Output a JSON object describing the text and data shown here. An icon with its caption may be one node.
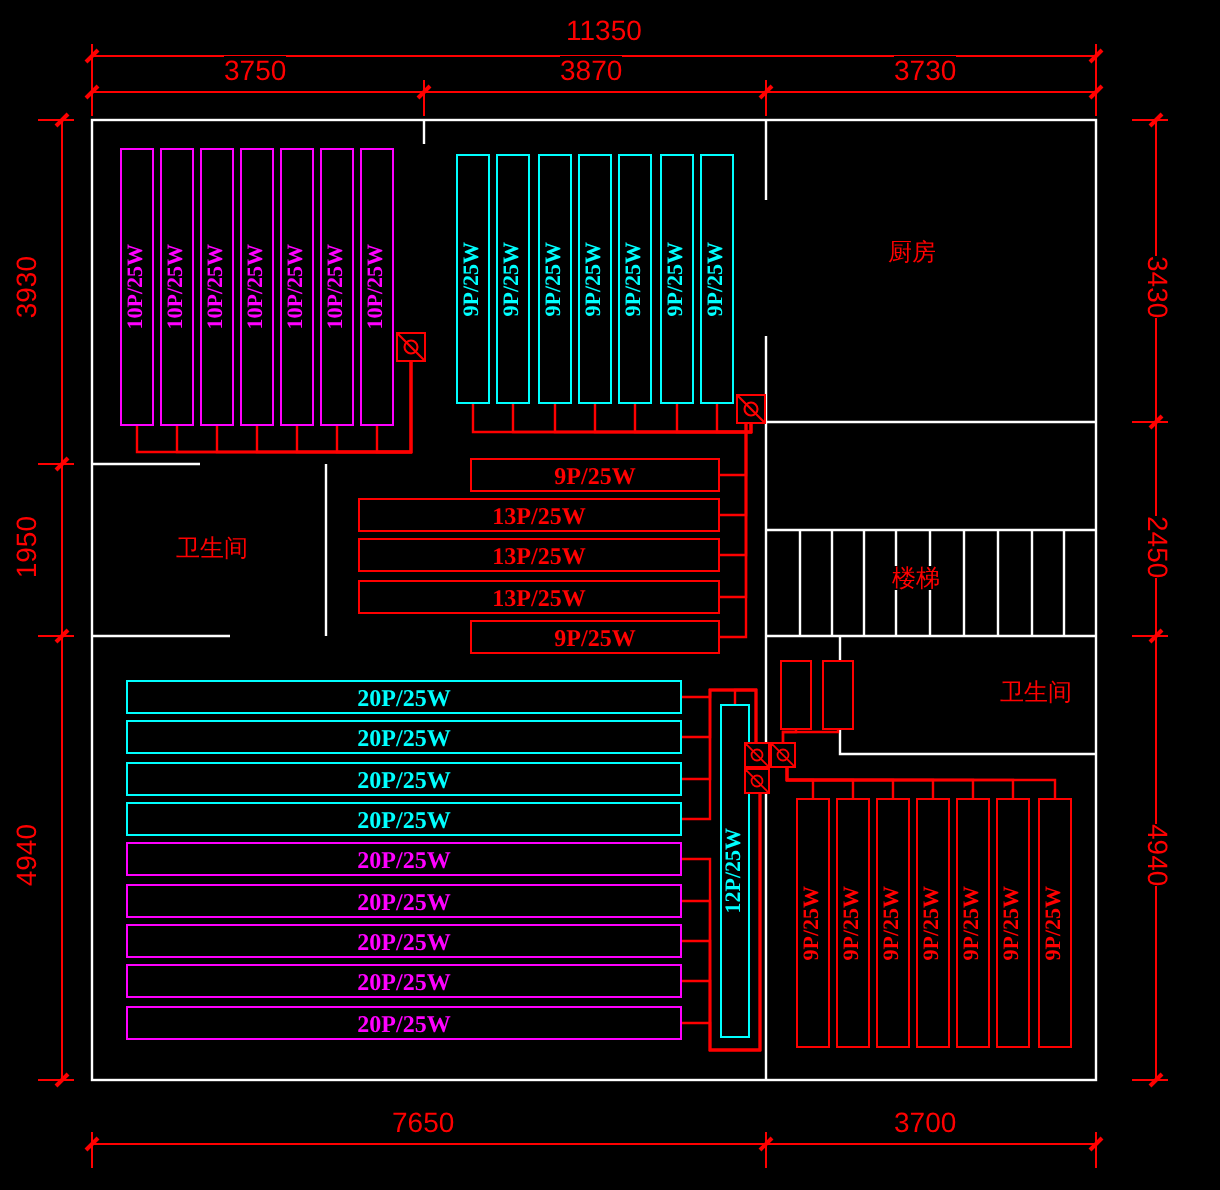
{
  "diagram": {
    "nodes": [
      {
        "text": [
          "10P/25W"
        ]
      },
      {
        "text": [
          "10P/25W"
        ]
      },
      {
        "text": [
          "10P/25W"
        ]
      },
      {
        "text": [
          "10P/25W"
        ]
      },
      {
        "text": [
          "10P/25W"
        ]
      },
      {
        "text": [
          "10P/25W"
        ]
      },
      {
        "text": [
          "10P/25W"
        ]
      },
      {
        "text": [],
        "shape": "box"
      },
      {
        "text": [
          "9P/25W"
        ]
      },
      {
        "text": [
          "9P/25W"
        ]
      },
      {
        "text": [
          "9P/25W"
        ]
      },
      {
        "text": [
          "9P/25W"
        ]
      },
      {
        "text": [
          "9P/25W"
        ]
      },
      {
        "text": [
          "9P/25W"
        ]
      },
      {
        "text": [
          "9P/25W"
        ]
      },
      {
        "text": [],
        "shape": "box"
      },
      {
        "text": [
          "9P/25W"
        ]
      },
      {
        "text": [
          "13P/25W"
        ]
      },
      {
        "text": [
          "13P/25W"
        ]
      },
      {
        "text": [
          "13P/25W"
        ]
      },
      {
        "text": [
          "9P/25W"
        ]
      },
      {
        "text": [
          "20P/25W"
        ]
      },
      {
        "text": [
          "20P/25W"
        ]
      },
      {
        "text": [
          "20P/25W"
        ]
      },
      {
        "text": [
          "20P/25W"
        ]
      },
      {
        "text": [
          "20P/25W"
        ]
      },
      {
        "text": [
          "20P/25W"
        ]
      },
      {
        "text": [
          "20P/25W"
        ]
      },
      {
        "text": [
          "20P/25W"
        ]
      },
      {
        "text": [
          "20P/25W"
        ]
      },
      {
        "text": [
          "12P/25W"
        ]
      },
      {
        "text": [],
        "shape": "box"
      },
      {
        "text": [],
        "shape": "box"
      },
      {
        "text": [],
        "shape": "box"
      },
      {
        "text": [],
        "shape": "box"
      },
      {
        "text": [],
        "shape": "box"
      },
      {
        "text": [
          "9P/25W"
        ]
      },
      {
        "text": [
          "9P/25W"
        ]
      },
      {
        "text": [
          "9P/25W"
        ]
      },
      {
        "text": [
          "9P/25W"
        ]
      },
      {
        "text": [
          "9P/25W"
        ]
      },
      {
        "text": [
          "9P/25W"
        ]
      },
      {
        "text": [
          "9P/25W"
        ]
      }
    ],
    "edges": [
      {
        "from": 0,
        "to": 7,
        "arrow": "none"
      },
      {
        "from": 1,
        "to": 7,
        "arrow": "none"
      },
      {
        "from": 2,
        "to": 7,
        "arrow": "none"
      },
      {
        "from": 3,
        "to": 7,
        "arrow": "none"
      },
      {
        "from": 4,
        "to": 7,
        "arrow": "none"
      },
      {
        "from": 5,
        "to": 7,
        "arrow": "none"
      },
      {
        "from": 6,
        "to": 7,
        "arrow": "none"
      },
      {
        "from": 8,
        "to": 15,
        "arrow": "none"
      },
      {
        "from": 9,
        "to": 15,
        "arrow": "none"
      },
      {
        "from": 10,
        "to": 15,
        "arrow": "none"
      },
      {
        "from": 11,
        "to": 15,
        "arrow": "none"
      },
      {
        "from": 12,
        "to": 15,
        "arrow": "none"
      },
      {
        "from": 13,
        "to": 15,
        "arrow": "none"
      },
      {
        "from": 14,
        "to": 15,
        "arrow": "none"
      },
      {
        "from": 16,
        "to": 15,
        "arrow": "none"
      },
      {
        "from": 17,
        "to": 15,
        "arrow": "none"
      },
      {
        "from": 18,
        "to": 15,
        "arrow": "none"
      },
      {
        "from": 19,
        "to": 15,
        "arrow": "none"
      },
      {
        "from": 20,
        "to": 15,
        "arrow": "none"
      },
      {
        "from": 21,
        "to": 33,
        "arrow": "none"
      },
      {
        "from": 22,
        "to": 33,
        "arrow": "none"
      },
      {
        "from": 23,
        "to": 33,
        "arrow": "none"
      },
      {
        "from": 24,
        "to": 33,
        "arrow": "none"
      },
      {
        "from": 25,
        "to": 35,
        "arrow": "none"
      },
      {
        "from": 26,
        "to": 35,
        "arrow": "none"
      },
      {
        "from": 27,
        "to": 35,
        "arrow": "none"
      },
      {
        "from": 28,
        "to": 35,
        "arrow": "none"
      },
      {
        "from": 29,
        "to": 35,
        "arrow": "none"
      },
      {
        "from": 30,
        "to": 33,
        "arrow": "none"
      },
      {
        "from": 31,
        "to": 34,
        "arrow": "none"
      },
      {
        "from": 32,
        "to": 34,
        "arrow": "none"
      },
      {
        "from": 36,
        "to": 34,
        "arrow": "none"
      },
      {
        "from": 37,
        "to": 34,
        "arrow": "none"
      },
      {
        "from": 38,
        "to": 34,
        "arrow": "none"
      },
      {
        "from": 39,
        "to": 34,
        "arrow": "none"
      },
      {
        "from": 40,
        "to": 34,
        "arrow": "none"
      },
      {
        "from": 41,
        "to": 34,
        "arrow": "none"
      },
      {
        "from": 42,
        "to": 34,
        "arrow": "none"
      }
    ],
    "labels": [
      "11350",
      "3750",
      "3870",
      "3730",
      "3930",
      "3430",
      "厨房",
      "卫生间",
      "1950",
      "2450",
      "楼梯",
      "卫生间",
      "4940",
      "4940",
      "7650",
      "3700"
    ]
  }
}
